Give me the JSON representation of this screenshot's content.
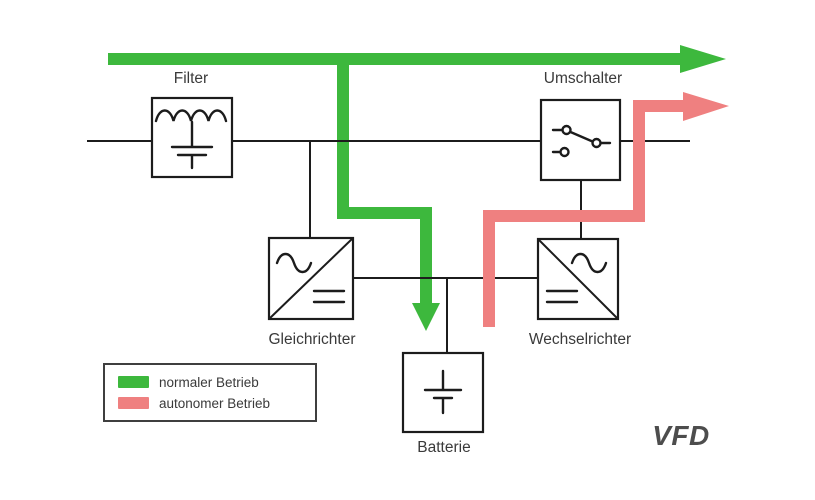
{
  "labels": {
    "filter": "Filter",
    "umschalter": "Umschalter",
    "gleichrichter": "Gleichrichter",
    "wechselrichter": "Wechselrichter",
    "batterie": "Batterie",
    "vfd": "VFD"
  },
  "legend": {
    "items": [
      {
        "label": "normaler Betrieb",
        "color": "#3db83d"
      },
      {
        "label": "autonomer Betrieb",
        "color": "#ef8080"
      }
    ]
  },
  "colors": {
    "normal": "#3db83d",
    "autonom": "#ef8080",
    "line": "#1c1c1c",
    "text": "#3a3a3a",
    "vfd": "#4d4d4d"
  }
}
